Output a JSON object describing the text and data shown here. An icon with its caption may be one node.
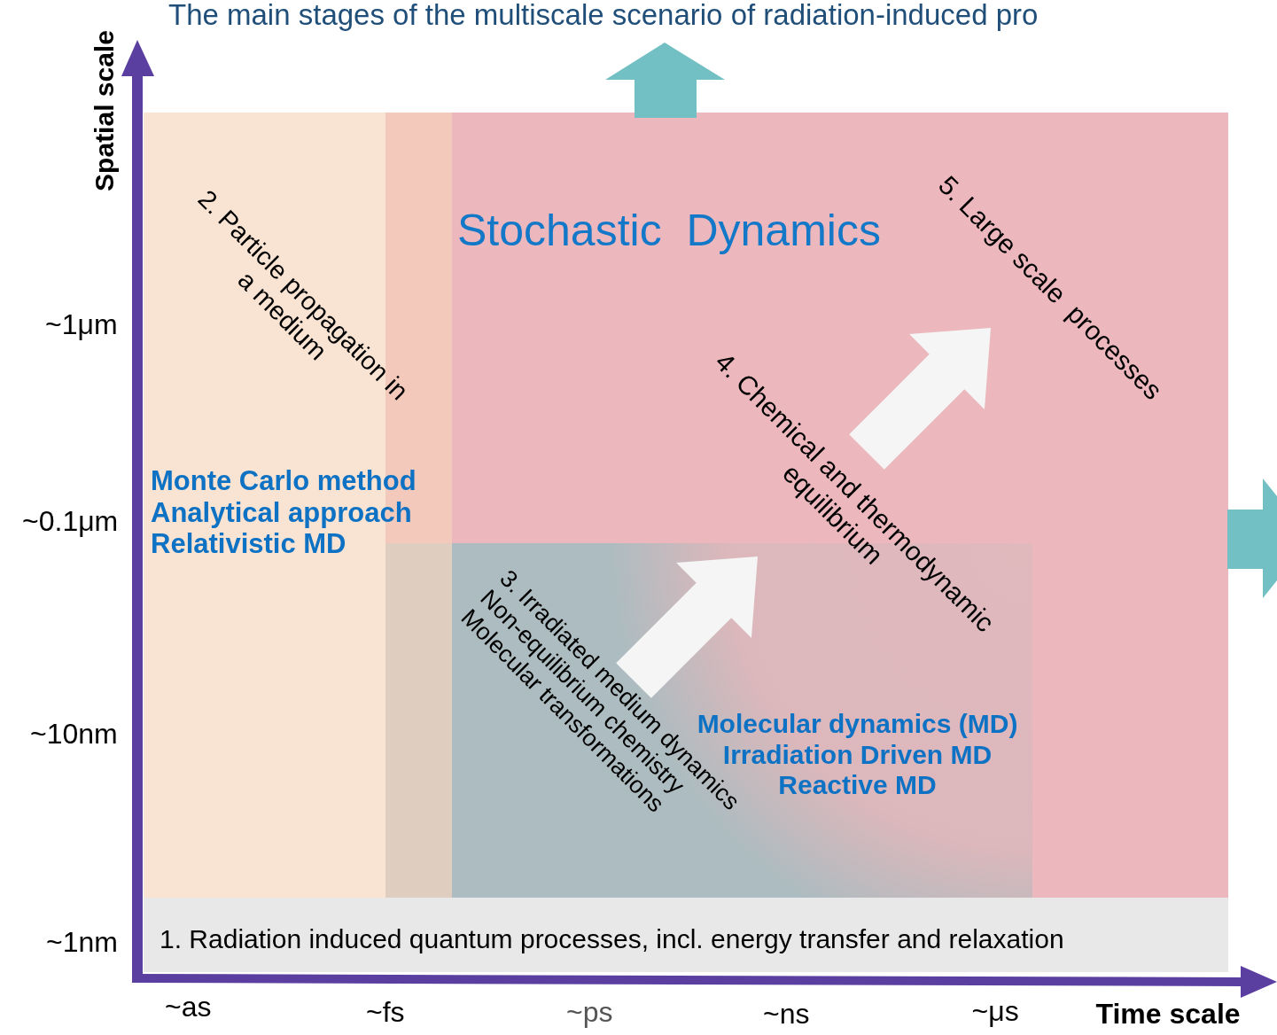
{
  "diagram": {
    "title": "The main stages of the multiscale scenario of radiation-induced pro",
    "nodes": [
      {
        "text": [
          "2. Particle propagation in a medium",
          "Monte Carlo method Analytical approach Relativistic MD"
        ]
      },
      {
        "text": [
          "Stochastic  Dynamics",
          "5. Large scale  processes",
          "4. Chemical and thermodynamic equilibrium"
        ]
      },
      {
        "text": [
          "3. Irradiated medium dynamics Non-equilibrium chemistry Molecular transformations",
          "Molecular dynamics (MD) Irradiation Driven MD Reactive MD"
        ],
        "in": 1
      },
      {
        "text": [
          "1. Radiation induced quantum processes, incl. energy transfer and relaxation"
        ]
      }
    ],
    "labels": [
      "Spatial scale",
      "~1μm",
      "~0.1μm",
      "~10nm",
      "~1nm",
      "~as",
      "~fs",
      "~ps",
      "~ns",
      "~μs",
      "Time scale"
    ]
  }
}
